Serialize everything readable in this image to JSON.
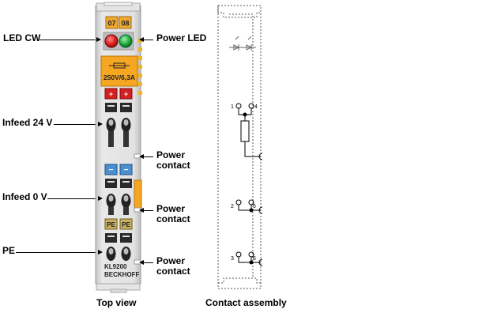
{
  "module": {
    "slot_numbers": [
      "07",
      "08"
    ],
    "fuse_rating": "250V/6,3A",
    "polarity_plus": [
      "+",
      "+"
    ],
    "polarity_minus": [
      "−",
      "−"
    ],
    "pe_marks": [
      "PE",
      "PE"
    ],
    "model": "KL9200",
    "brand": "BECKHOFF"
  },
  "labels_left": {
    "led_cw": "LED CW",
    "infeed_24": "Infeed 24 V",
    "infeed_0": "Infeed 0 V",
    "pe": "PE"
  },
  "labels_right": {
    "power_led": "Power LED",
    "power_contact_1_line1": "Power",
    "power_contact_1_line2": "contact",
    "power_contact_2_line1": "Power",
    "power_contact_2_line2": "contact",
    "power_contact_3_line1": "Power",
    "power_contact_3_line2": "contact"
  },
  "contact_numbers": [
    "1",
    "4",
    "2",
    "5",
    "3",
    "6"
  ],
  "captions": {
    "top_view": "Top view",
    "contact_assembly": "Contact assembly"
  },
  "colors": {
    "terminal_gray": "#d9d9d9",
    "fuse_orange": "#f5a623",
    "led_red": "#d81e1e",
    "led_green": "#1ea83c",
    "plus_red": "#d42020",
    "minus_blue": "#4a8fd0",
    "pe_olive": "#c8b060"
  }
}
